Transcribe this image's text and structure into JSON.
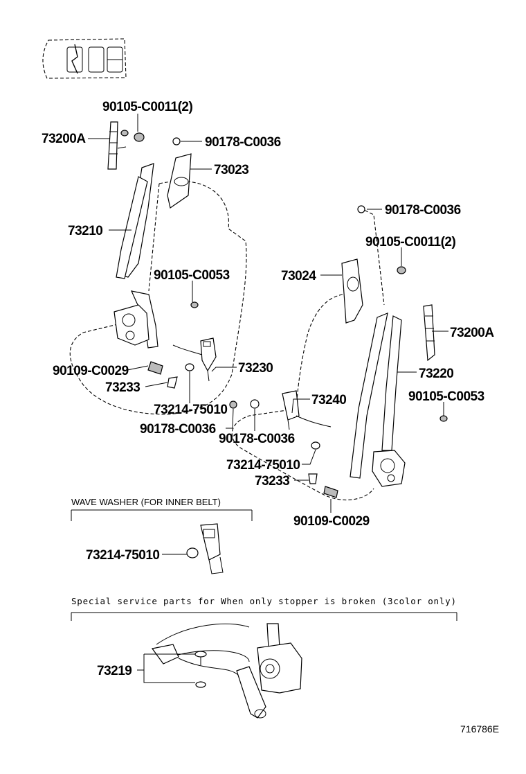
{
  "diagram_code": "716786E",
  "sections": {
    "wave_washer_title": "WAVE WASHER (FOR INNER BELT)",
    "special_service_title": "Special service parts for When only stopper is broken (3color only)"
  },
  "callouts": {
    "c_90105_C0011_top": "90105-C0011(2)",
    "c_73200A_left": "73200A",
    "c_90178_C0036_top": "90178-C0036",
    "c_73023": "73023",
    "c_73210": "73210",
    "c_90105_C0053_left": "90105-C0053",
    "c_90109_C0029_left": "90109-C0029",
    "c_73233_left": "73233",
    "c_73230": "73230",
    "c_73214_75010_left": "73214-75010",
    "c_90178_C0036_leftlow": "90178-C0036",
    "c_90178_C0036_right": "90178-C0036",
    "c_90105_C0011_right": "90105-C0011(2)",
    "c_73024": "73024",
    "c_73200A_right": "73200A",
    "c_73220": "73220",
    "c_90105_C0053_right": "90105-C0053",
    "c_73240": "73240",
    "c_90178_C0036_mid": "90178-C0036",
    "c_73214_75010_mid": "73214-75010",
    "c_73233_right": "73233",
    "c_90109_C0029_right": "90109-C0029",
    "c_73214_75010_washer": "73214-75010",
    "c_73219": "73219"
  }
}
